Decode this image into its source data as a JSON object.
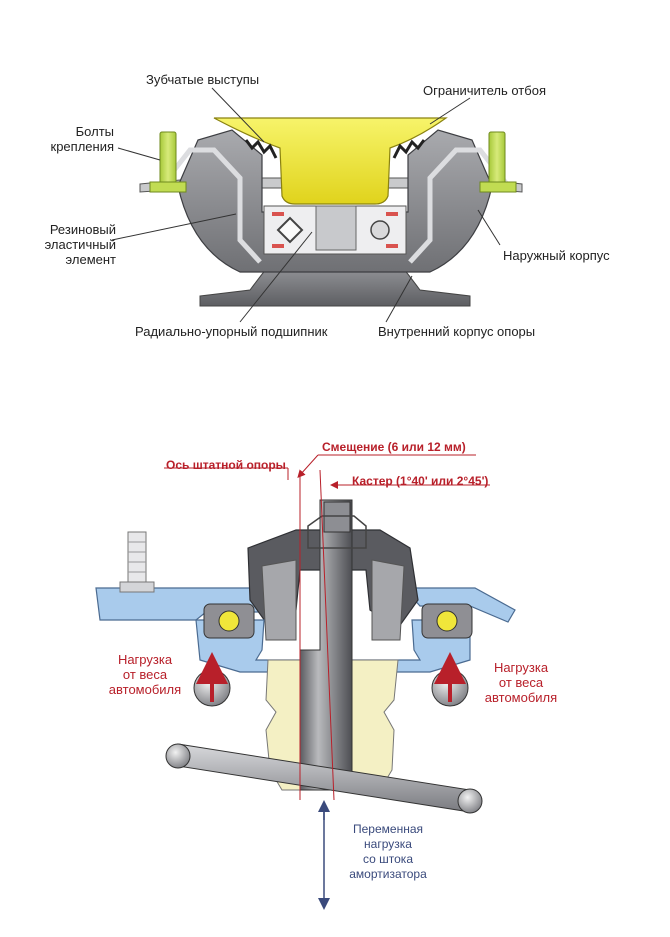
{
  "top": {
    "toothed_protrusions": "Зубчатые выступы",
    "rebound_limiter": "Ограничитель отбоя",
    "bolts_line1": "Болты",
    "bolts_line2": "крепления",
    "rubber_line1": "Резиновый",
    "rubber_line2": "эластичный",
    "rubber_line3": "элемент",
    "outer_case": "Наружный корпус",
    "bearing": "Радиально-упорный подшипник",
    "inner_case": "Внутренний корпус опоры"
  },
  "bottom": {
    "offset": "Смещение (6 или 12 мм)",
    "axis": "Ось штатной опоры",
    "caster": "Кастер (1°40' или 2°45')",
    "load_left_line1": "Нагрузка",
    "load_left_line2": "от веса",
    "load_left_line3": "автомобиля",
    "load_right_line1": "Нагрузка",
    "load_right_line2": "от веса",
    "load_right_line3": "автомобиля",
    "variable_line1": "Переменная",
    "variable_line2": "нагрузка",
    "variable_line3": "со штока",
    "variable_line4": "амортизатора"
  },
  "colors": {
    "rubber": "#8c8d91",
    "yellow": "#f1ee3a",
    "bolt_green": "#bcd64a",
    "blue_body": "#8ab6e0",
    "cream": "#f4f0c4",
    "accent_red": "#b8202a",
    "navy": "#3a4a7c"
  }
}
